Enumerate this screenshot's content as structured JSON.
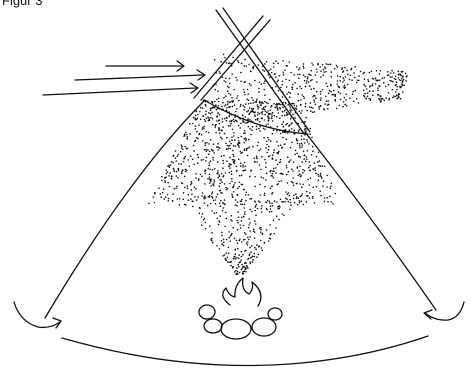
{
  "figure": {
    "label": "Figur 3"
  },
  "diagram": {
    "icons": [
      "tent-outline",
      "smoke-hole",
      "airflow-arrows",
      "smoke-cloud",
      "fire-icon",
      "hearth-stones"
    ]
  }
}
